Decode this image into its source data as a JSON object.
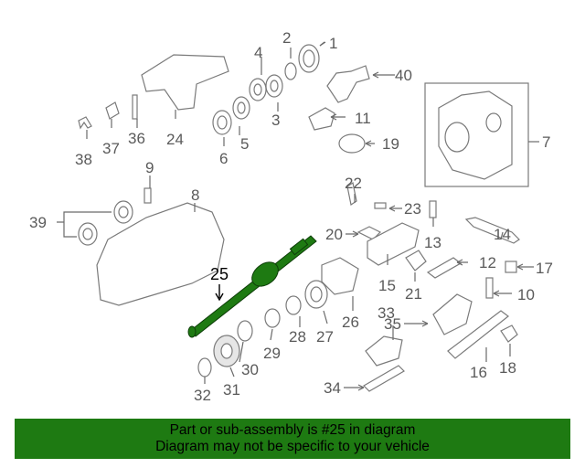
{
  "labels": {
    "l1": "1",
    "l2": "2",
    "l3": "3",
    "l4": "4",
    "l5": "5",
    "l6": "6",
    "l7": "7",
    "l8": "8",
    "l9": "9",
    "l10": "10",
    "l11": "11",
    "l12": "12",
    "l13": "13",
    "l14": "14",
    "l15": "15",
    "l16": "16",
    "l17": "17",
    "l18": "18",
    "l19": "19",
    "l20": "20",
    "l21": "21",
    "l22": "22",
    "l23": "23",
    "l24": "24",
    "l25": "25",
    "l26": "26",
    "l27": "27",
    "l28": "28",
    "l29": "29",
    "l30": "30",
    "l31": "31",
    "l32": "32",
    "l33": "33",
    "l34": "34",
    "l35": "35",
    "l36": "36",
    "l37": "37",
    "l38": "38",
    "l39": "39",
    "l40": "40"
  },
  "highlight": {
    "part_number": "25",
    "color": "#1e7a12"
  },
  "banner": {
    "line1": "Part or sub-assembly is #25 in diagram",
    "line2": "Diagram may not be specific to your vehicle",
    "color": "#1e7a12"
  }
}
